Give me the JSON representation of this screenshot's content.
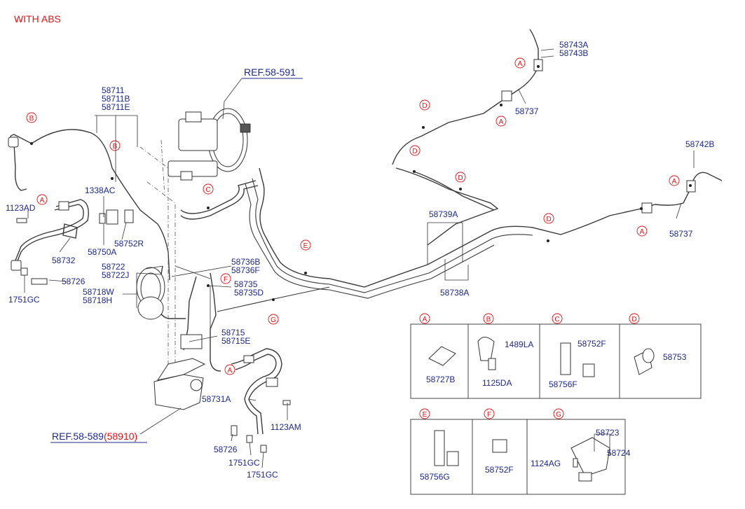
{
  "header": {
    "title": "WITH ABS"
  },
  "refs": {
    "ref_master": "REF.58-591",
    "ref_abs_main": "REF.58-589",
    "ref_abs_paren": "(58910)"
  },
  "callouts": [
    "A",
    "B",
    "C",
    "D",
    "E",
    "F",
    "G"
  ],
  "labels": {
    "l58711": "58711",
    "l58711b": "58711B",
    "l58711e": "58711E",
    "l1338ac": "1338AC",
    "l1123ad": "1123AD",
    "l58750a": "58750A",
    "l58752r": "58752R",
    "l58732": "58732",
    "l58726a": "58726",
    "l1751gca": "1751GC",
    "l58722": "58722",
    "l58722j": "58722J",
    "l58718w": "58718W",
    "l58718h": "58718H",
    "l58736b": "58736B",
    "l58736f": "58736F",
    "l58735": "58735",
    "l58735d": "58735D",
    "l58715": "58715",
    "l58715e": "58715E",
    "l58731a": "58731A",
    "l1123am": "1123AM",
    "l58726b": "58726",
    "l1751gcb": "1751GC",
    "l1751gcc": "1751GC",
    "l58739a": "58739A",
    "l58738a": "58738A",
    "l58743a": "58743A",
    "l58743b": "58743B",
    "l58737a": "58737",
    "l58742b": "58742B",
    "l58737b": "58737"
  },
  "detail_boxes": {
    "A": {
      "letter": "A",
      "parts": [
        "58727B"
      ]
    },
    "B": {
      "letter": "B",
      "parts": [
        "1489LA",
        "1125DA"
      ]
    },
    "C": {
      "letter": "C",
      "parts": [
        "58752F",
        "58756F"
      ]
    },
    "D": {
      "letter": "D",
      "parts": [
        "58753"
      ]
    },
    "E": {
      "letter": "E",
      "parts": [
        "58756G"
      ]
    },
    "F": {
      "letter": "F",
      "parts": [
        "58752F"
      ]
    },
    "G": {
      "letter": "G",
      "parts": [
        "58723",
        "58724",
        "1124AG"
      ]
    }
  },
  "colors": {
    "label_text": "#1e2a8a",
    "callout_red": "#e0141a",
    "line": "#3a3a3a"
  }
}
